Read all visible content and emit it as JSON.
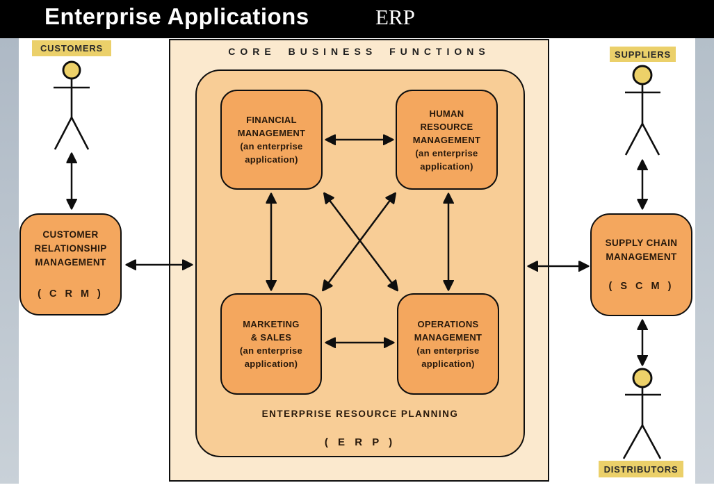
{
  "header": {
    "title": "Enterprise Applications",
    "corner_label": "ERP"
  },
  "panel": {
    "title": "CORE BUSINESS FUNCTIONS",
    "erp_caption": "ENTERPRISE RESOURCE PLANNING",
    "erp_acronym": "( E R P )",
    "modules": [
      {
        "id": "financial",
        "name": "FINANCIAL\nMANAGEMENT",
        "note": "(an enterprise\napplication)"
      },
      {
        "id": "hr",
        "name": "HUMAN\nRESOURCE\nMANAGEMENT",
        "note": "(an enterprise\napplication)"
      },
      {
        "id": "marketing",
        "name": "MARKETING\n& SALES",
        "note": "(an enterprise\napplication)"
      },
      {
        "id": "operations",
        "name": "OPERATIONS\nMANAGEMENT",
        "note": "(an enterprise\napplication)"
      }
    ]
  },
  "crm": {
    "name": "CUSTOMER\nRELATIONSHIP\nMANAGEMENT",
    "acronym": "( C R M )"
  },
  "scm": {
    "name": "SUPPLY CHAIN\nMANAGEMENT",
    "acronym": "( S C M )"
  },
  "actors": {
    "customers": "CUSTOMERS",
    "suppliers": "SUPPLIERS",
    "distributors": "DISTRIBUTORS"
  },
  "colors": {
    "module_fill": "#f4a75e",
    "inner_panel_fill": "#f8cd96",
    "outer_panel_fill": "#fbe9ce",
    "actor_label_fill": "#ebd06a",
    "actor_head_fill": "#edd169",
    "side_strip": "#b4bfc9",
    "line": "#0e0e0e",
    "top_bar": "#000000",
    "title_text": "#ffffff"
  }
}
